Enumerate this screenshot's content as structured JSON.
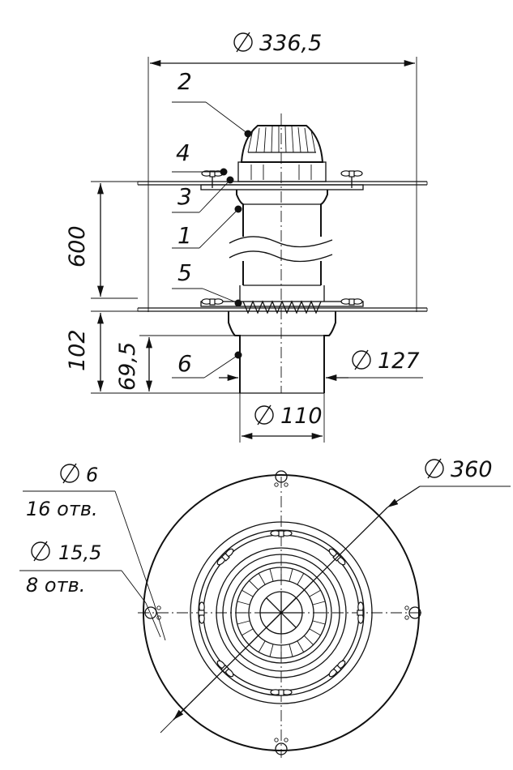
{
  "dimensions": {
    "diameter_top": "336,5",
    "height_upper": "600",
    "height_lower": "102",
    "height_socket": "69,5",
    "diameter_127": "127",
    "diameter_110": "110",
    "diameter_360": "360",
    "hole_small": "6",
    "hole_small_count": "16 отв.",
    "hole_large": "15,5",
    "hole_large_count": "8 отв."
  },
  "callouts": [
    "2",
    "4",
    "3",
    "1",
    "5",
    "6"
  ],
  "symbols": {
    "diameter": "diameter-symbol-icon"
  }
}
